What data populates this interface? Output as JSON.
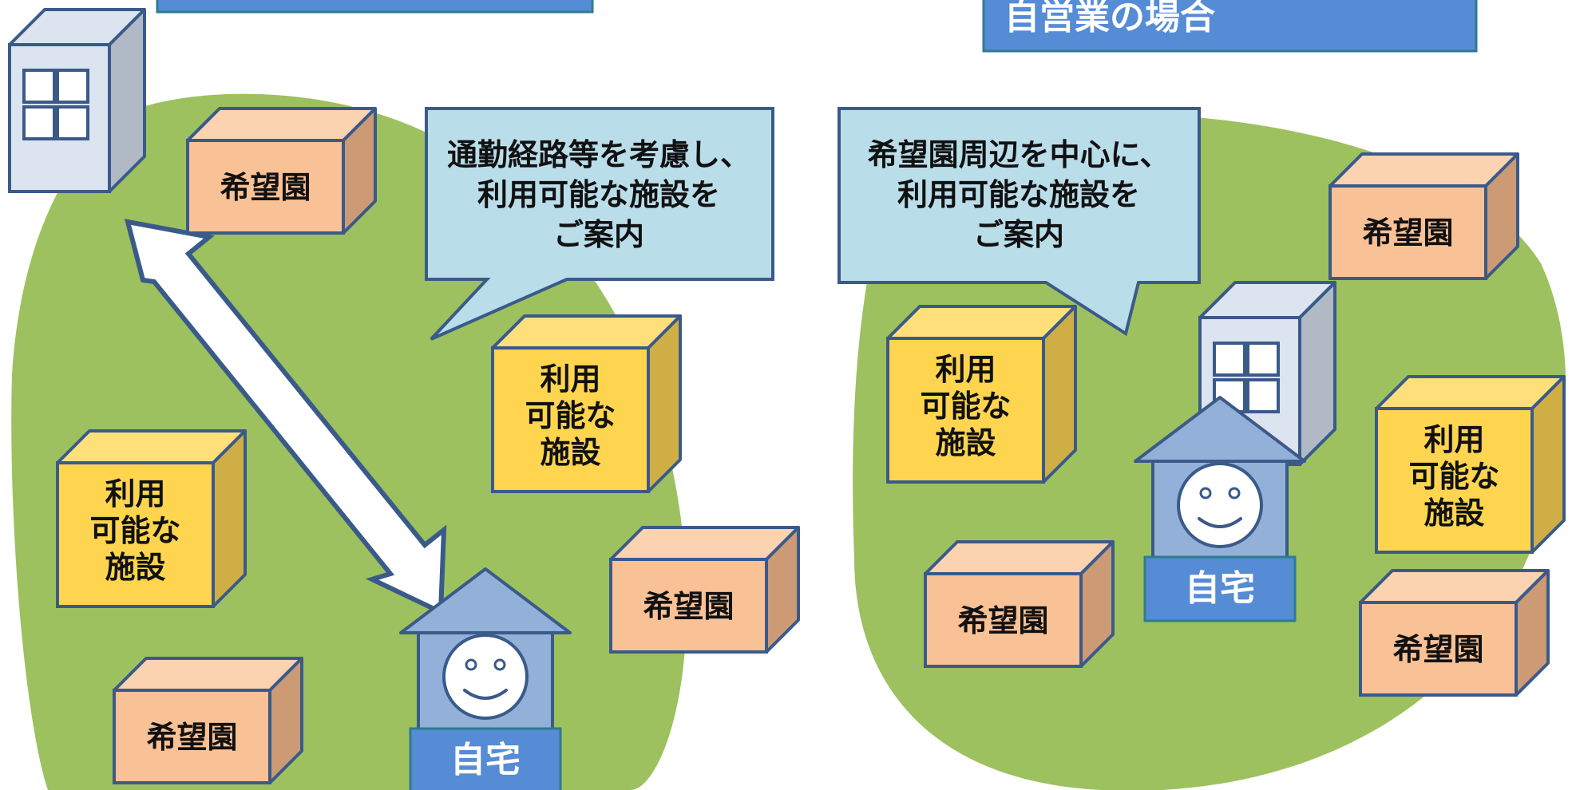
{
  "colors": {
    "green_area": "#9DC15E",
    "title_bar": "#568BD6",
    "title_border": "#2E7C8E",
    "stroke": "#3A5A8A",
    "box_orange_front": "#F9C196",
    "box_orange_top": "#FBD3B1",
    "box_orange_side": "#CC9A75",
    "box_yellow_front": "#FFD54F",
    "box_yellow_top": "#FFDF7A",
    "box_yellow_side": "#CFAF45",
    "house": "#93B0D9",
    "house_label": "#568BD6",
    "bubble": "#BADDEA",
    "building_front": "#DCE4F0",
    "building_side": "#B1B9C5"
  },
  "right_panel": {
    "title": "自営業の場合",
    "bubble_lines": [
      "希望園周辺を中心に、",
      "利用可能な施設を",
      "ご案内"
    ]
  },
  "left_panel": {
    "bubble_lines": [
      "通勤経路等を考慮し、",
      "利用可能な施設を",
      "ご案内"
    ]
  },
  "labels": {
    "kibouen": "希望園",
    "facility_lines": [
      "利用",
      "可能な",
      "施設"
    ],
    "home": "自宅"
  }
}
